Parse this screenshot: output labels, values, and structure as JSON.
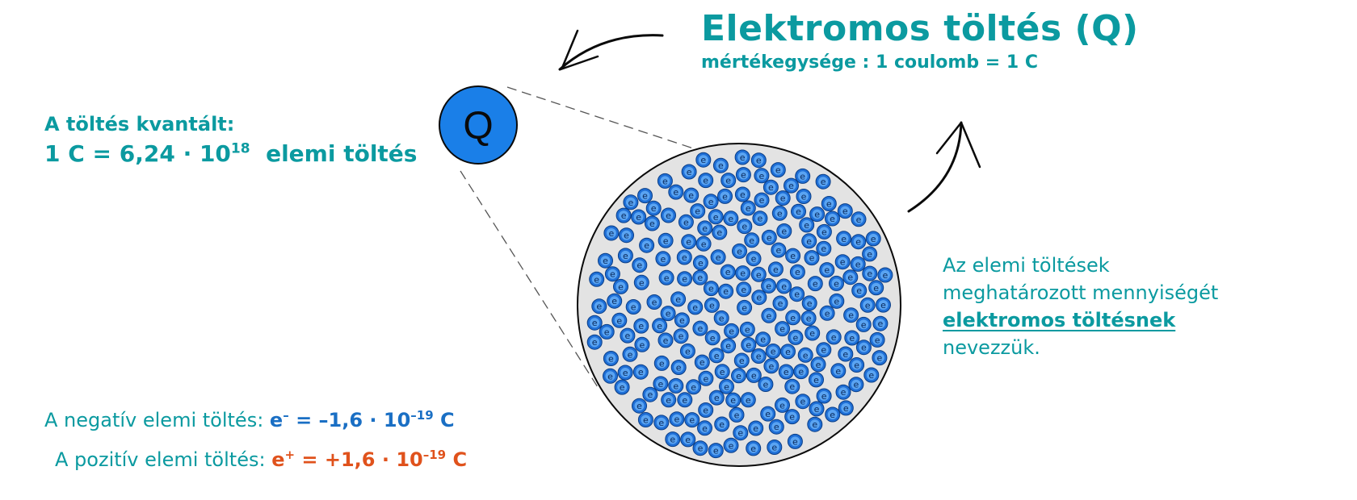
{
  "title": {
    "main": "Elektromos töltés (Q)",
    "unit_line": "mértékegysége : 1 coulomb = 1 C"
  },
  "q_symbol": "Q",
  "electron_label": "e",
  "quantization": {
    "label": "A töltés kvantált:",
    "lhs": "1 C = 6,24 · 10",
    "exponent": "18",
    "rhs": "elemi töltés"
  },
  "description": {
    "line1": "Az elemi töltések",
    "line2": "meghatározott mennyiségét",
    "emphasis": "elektromos töltésnek",
    "line4": "nevezzük."
  },
  "negative_charge": {
    "label": "A negatív elemi töltés:",
    "symbol": "e",
    "symbol_sign": "–",
    "value": "= –1,6 · 10",
    "exponent": "–19",
    "unit": "C"
  },
  "positive_charge": {
    "label": "A pozitív elemi töltés:",
    "symbol": "e",
    "symbol_sign": "+",
    "value": "= +1,6 · 10",
    "exponent": "–19",
    "unit": "C"
  },
  "colors": {
    "teal_text": "#0b9aa0",
    "negative": "#1a6fc4",
    "positive": "#e0521c",
    "q_circle": "#1a7fe8",
    "electron_fill": "#1f6fd6",
    "electron_inner": "#5aa4f2",
    "region_fill": "#e3e3e3"
  }
}
